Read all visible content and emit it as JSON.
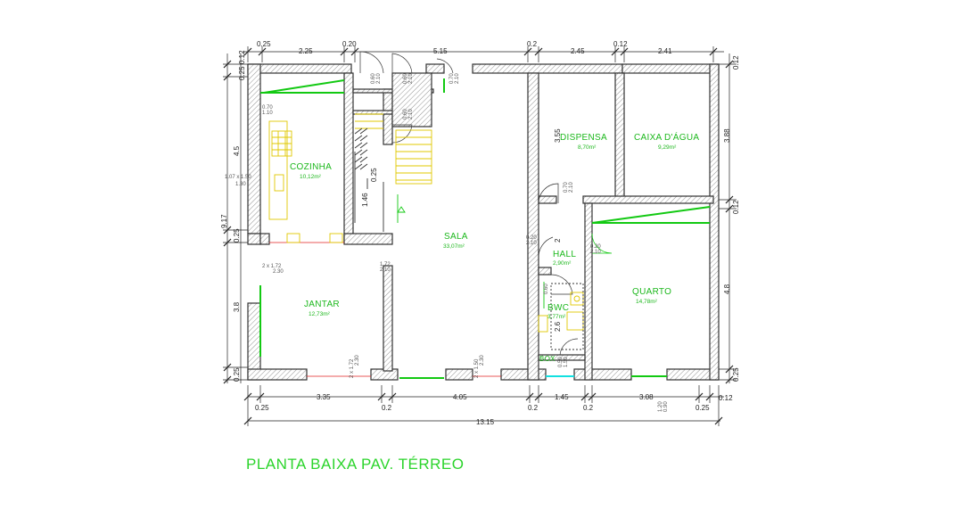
{
  "title": "PLANTA BAIXA PAV. TÉRREO",
  "rooms": {
    "cozinha": {
      "name": "COZINHA",
      "area": "10,12m²"
    },
    "dispensa": {
      "name": "DISPENSA",
      "area": "8,70m²"
    },
    "caixa": {
      "name": "CAIXA D'ÁGUA",
      "area": "9,29m²"
    },
    "sala": {
      "name": "SALA",
      "area": "33,07m²"
    },
    "hall": {
      "name": "HALL",
      "area": "2,90m²"
    },
    "jantar": {
      "name": "JANTAR",
      "area": "12,73m²"
    },
    "quarto": {
      "name": "QUARTO",
      "area": "14,78m²"
    },
    "bwc": {
      "name": "BWC",
      "area": "3,77m²"
    },
    "box": {
      "name": "BOX"
    }
  },
  "dims": {
    "top": [
      "0.25",
      "2.25",
      "0.20",
      "5.15",
      "0.2",
      "2.45",
      "0.12",
      "2.41"
    ],
    "bottom": [
      "3.35",
      "4.05",
      "1.45",
      "3.08"
    ],
    "bottom_row2": [
      "0.25",
      "0.2",
      "0.2",
      "0.2",
      "0.25",
      "0.12"
    ],
    "total_bottom": "13.15",
    "left": [
      "0.12",
      "0.25",
      "4.5",
      "9.17",
      "0.25",
      "3.8",
      "0.25"
    ],
    "right": [
      "0.12",
      "3.88",
      "0.12",
      "4.8",
      "0.25"
    ],
    "inner": [
      "3.55",
      "1.46",
      "0.25",
      "2",
      "2.6"
    ]
  },
  "openings": {
    "w1": "0.70\n1.10",
    "w2": "0.60\n2.10",
    "w3": "0.60\n2.10",
    "w4": "0.70\n2.10",
    "w5": "0.80\n2.10",
    "w6": "0.70\n2.10",
    "w7": "0.20\n2.10",
    "w8": "0.20\n2.10",
    "w9": "0.60\n2.10",
    "w10": "0.50\n1.50",
    "w11": "1.20\n0.90",
    "j1": "2 x 1.72\n2.30",
    "j2": "1.72\n2.10",
    "j3": "2 x 1.72\n2.30",
    "j4": "2 x 1.50\n2.30",
    "j5": "1.07 x 1.50\n1.30"
  }
}
